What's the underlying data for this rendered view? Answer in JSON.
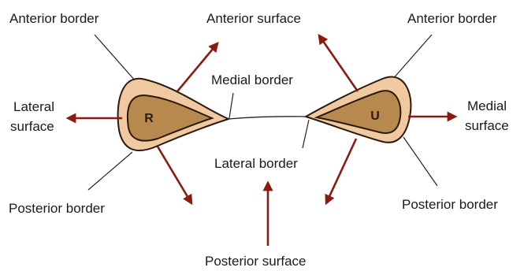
{
  "labels": {
    "radius_anterior_border": "Anterior border",
    "anterior_surface": "Anterior surface",
    "ulna_anterior_border": "Anterior border",
    "medial_border": "Medial border",
    "lateral_surface_line1": "Lateral",
    "lateral_surface_line2": "surface",
    "medial_surface_line1": "Medial",
    "medial_surface_line2": "surface",
    "lateral_border": "Lateral border",
    "radius_posterior_border": "Posterior border",
    "ulna_posterior_border": "Posterior border",
    "posterior_surface": "Posterior surface"
  },
  "bones": {
    "radius_letter": "R",
    "ulna_letter": "U"
  },
  "colors": {
    "outer_bone": "#f1c9a0",
    "inner_bone": "#b8894f",
    "outline": "#2a1a0e",
    "arrow": "#8b1a10",
    "leader_line": "#222222"
  }
}
